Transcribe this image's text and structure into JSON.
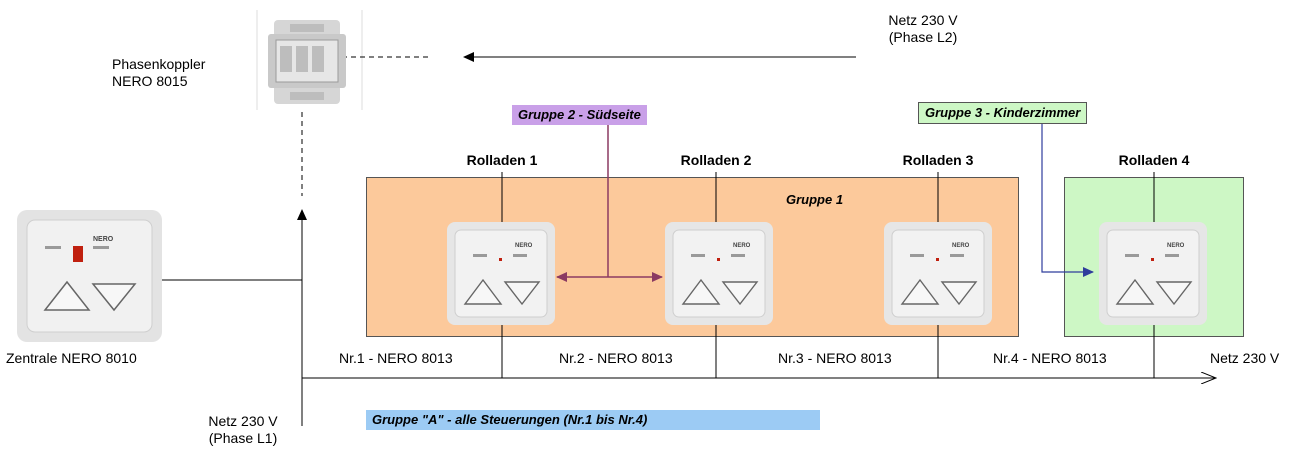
{
  "phase_coupler": {
    "line1": "Phasenkoppler",
    "line2": "NERO 8015"
  },
  "supply_top": {
    "line1": "Netz 230 V",
    "line2": "(Phase L2)"
  },
  "supply_bottom": {
    "line1": "Netz 230 V",
    "line2": "(Phase L1)"
  },
  "central_unit": {
    "label": "Zentrale NERO 8010",
    "brand": "NERO"
  },
  "net_right": {
    "label": "Netz 230 V"
  },
  "groups": {
    "group1": {
      "label": "Gruppe 1",
      "color": "#fcc99b"
    },
    "group2": {
      "label": "Gruppe 2 - Südseite",
      "color": "#c9a0e8"
    },
    "group3": {
      "label": "Gruppe 3 - Kinderzimmer",
      "color": "#cdf7c5"
    },
    "group_a": {
      "label": "Gruppe \"A\" - alle Steuerungen (Nr.1 bis Nr.4)",
      "color": "#9ccbf4"
    }
  },
  "shutters": [
    {
      "title": "Rolladen 1",
      "id": "Nr.1 - NERO 8013",
      "brand": "NERO"
    },
    {
      "title": "Rolladen 2",
      "id": "Nr.2 - NERO 8013",
      "brand": "NERO"
    },
    {
      "title": "Rolladen 3",
      "id": "Nr.3 - NERO 8013",
      "brand": "NERO"
    },
    {
      "title": "Rolladen 4",
      "id": "Nr.4 - NERO 8013",
      "brand": "NERO"
    }
  ],
  "colors": {
    "group2_arrow": "#8b3a62",
    "group3_arrow": "#2f3d9c",
    "wire": "#000000"
  }
}
